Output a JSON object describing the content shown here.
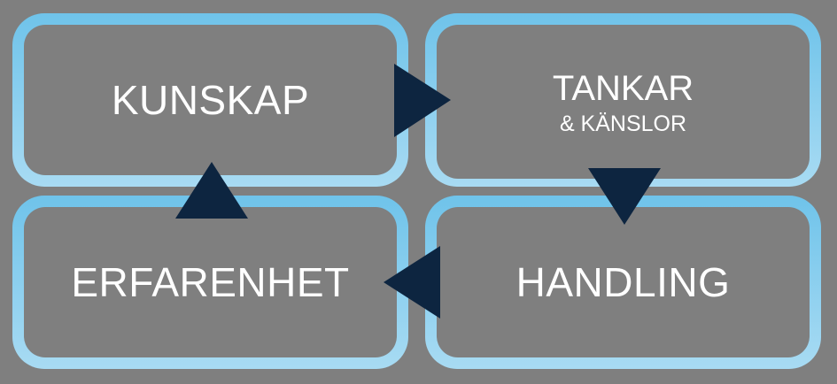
{
  "boxes": {
    "kunskap": "KUNSKAP",
    "tankar": "TANKAR",
    "kanslor": "& KÄNSLOR",
    "handling": "HANDLING",
    "erfarenhet": "ERFARENHET"
  },
  "colors": {
    "background": "#7f7f7f",
    "border_top": "#6fc3ea",
    "border_bottom": "#a8dbf3",
    "arrow": "#0d2540"
  }
}
